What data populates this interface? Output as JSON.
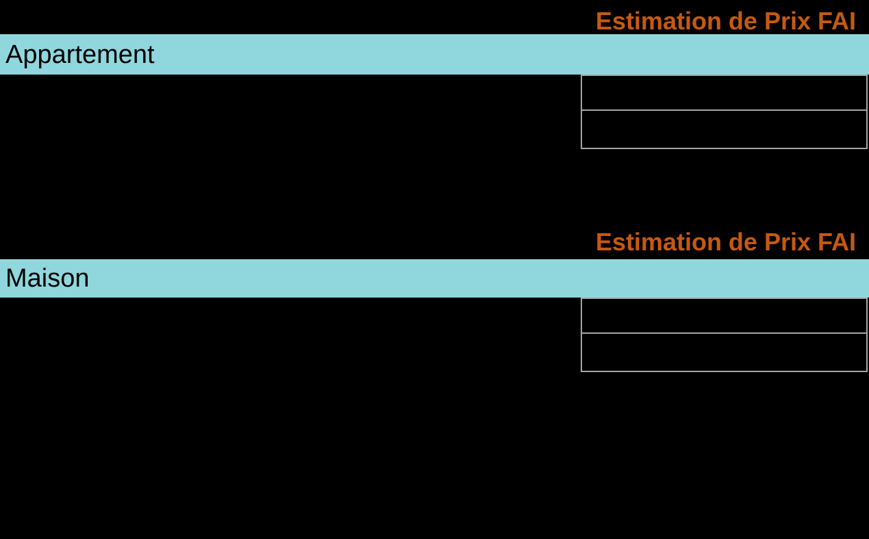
{
  "colors": {
    "background": "#000000",
    "accent-orange": "#C55A11",
    "band-teal": "#90D7DD",
    "table-border": "#A6A6A6",
    "category-text": "#000000"
  },
  "sections": [
    {
      "heading": "Estimation de Prix FAI",
      "category": "Appartement",
      "estimate_cells": [
        {
          "value": ""
        },
        {
          "value": ""
        }
      ]
    },
    {
      "heading": "Estimation de Prix FAI",
      "category": "Maison",
      "estimate_cells": [
        {
          "value": ""
        },
        {
          "value": ""
        }
      ]
    }
  ]
}
